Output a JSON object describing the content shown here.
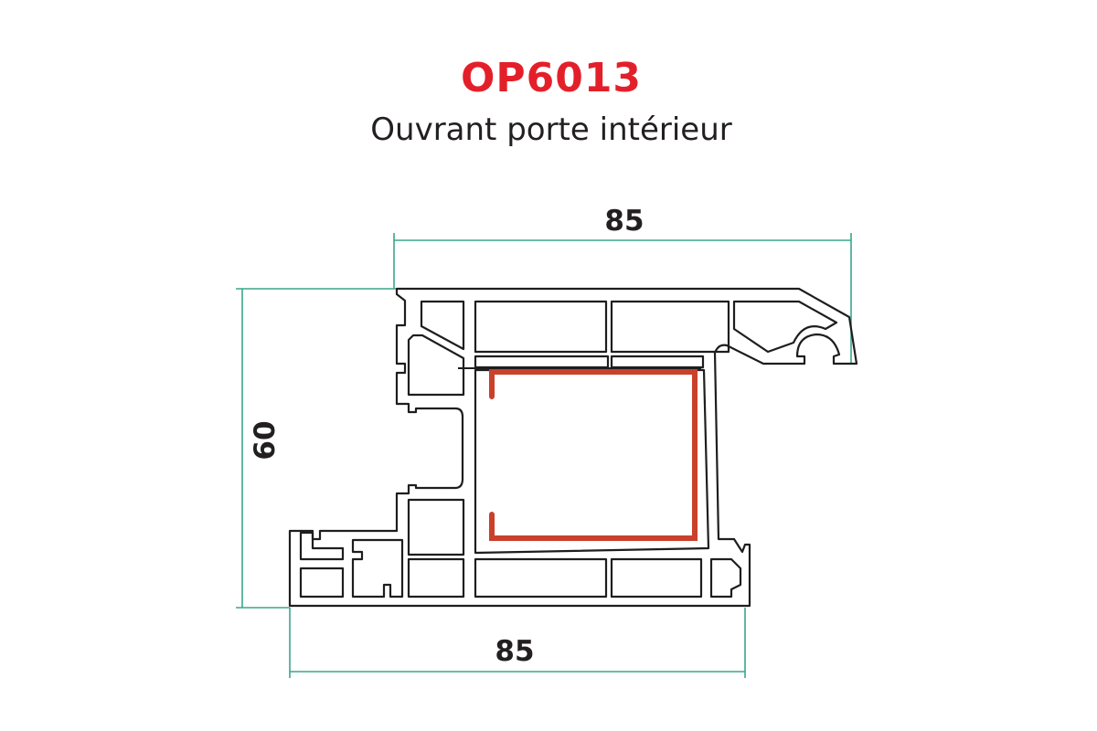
{
  "header": {
    "title": "OP6013",
    "subtitle": "Ouvrant porte intérieur"
  },
  "dimensions": {
    "top_width": "85",
    "height": "60",
    "bottom_width": "85"
  },
  "colors": {
    "title": "#e3202a",
    "dimension_lines": "#3aa58a",
    "reinforcement": "#c9412b",
    "profile": "#1e1e1e"
  }
}
